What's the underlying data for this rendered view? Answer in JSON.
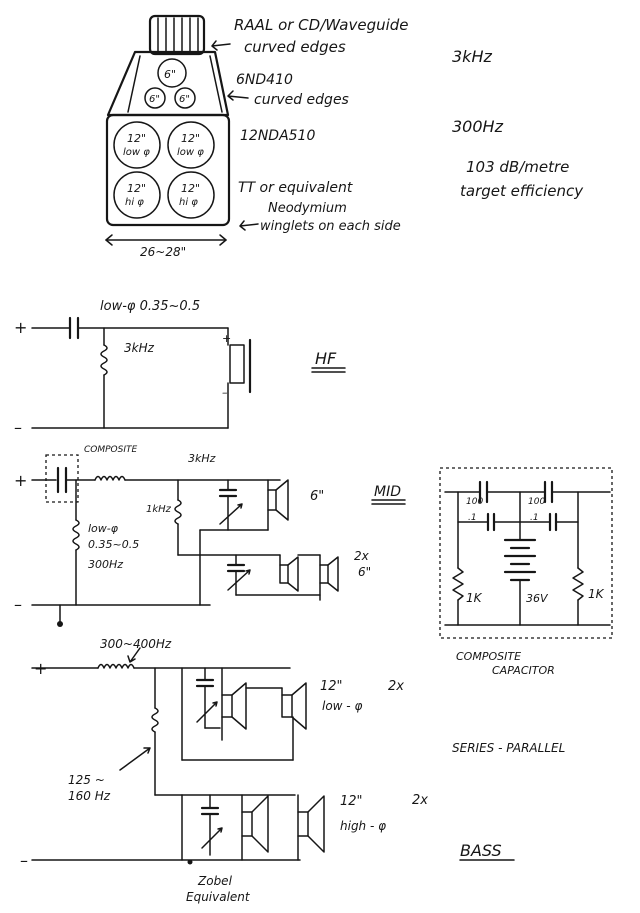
{
  "cabinet": {
    "raal_label_1": "RAAL or CD/Waveguide",
    "raal_label_2": "curved edges",
    "midrange_label": "6ND410",
    "curved_edges_label": "curved edges",
    "woofer_label": "12NDA510",
    "tt_label": "TT or equivalent",
    "neodymium_label": "Neodymium",
    "winglets_label": "winglets on each side",
    "width_label": "26~28\"",
    "mid_main": "6\"",
    "mid_small_left": "6\"",
    "mid_small_right": "6\"",
    "woofers": [
      {
        "size": "12\"",
        "imp": "low φ"
      },
      {
        "size": "12\"",
        "imp": "low φ"
      },
      {
        "size": "12\"",
        "imp": "hi φ"
      },
      {
        "size": "12\"",
        "imp": "hi φ"
      }
    ]
  },
  "notes": {
    "crossover_1": "3kHz",
    "crossover_2": "300Hz",
    "efficiency_1": "103 dB/metre",
    "efficiency_2": "target efficiency"
  },
  "hf": {
    "cap_label": "low-φ 0.35~0.5",
    "freq": "3kHz",
    "title": "HF",
    "plus": "+",
    "minus": "–",
    "driver_plus": "+",
    "driver_minus": "–"
  },
  "mid": {
    "composite": "COMPOSITE",
    "freq_top": "3kHz",
    "freq_shunt": "1kHz",
    "coil_label_1": "low-φ",
    "coil_label_2": "0.35~0.5",
    "coil_label_3": "300Hz",
    "title": "MID",
    "driver_top": "6\"",
    "driver_pair": "2x",
    "driver_pair_size": "6\"",
    "plus": "+",
    "minus": "–"
  },
  "composite_cap": {
    "cap_top_left": "100",
    "cap_top_right": "100",
    "cap_small_left": ".1",
    "cap_small_right": ".1",
    "resistor_left": "1K",
    "resistor_right": "1K",
    "battery": "36V",
    "title_1": "COMPOSITE",
    "title_2": "CAPACITOR"
  },
  "bass": {
    "freq_top": "300~400Hz",
    "freq_low_1": "125 ~",
    "freq_low_2": "160 Hz",
    "upper_driver_size": "12\"",
    "upper_driver_imp": "low - φ",
    "upper_count": "2x",
    "lower_driver_size": "12\"",
    "lower_driver_imp": "high - φ",
    "lower_count": "2x",
    "series_parallel": "SERIES - PARALLEL",
    "title": "BASS",
    "zobel_1": "Zobel",
    "zobel_2": "Equivalent",
    "plus": "+",
    "minus": "–"
  }
}
